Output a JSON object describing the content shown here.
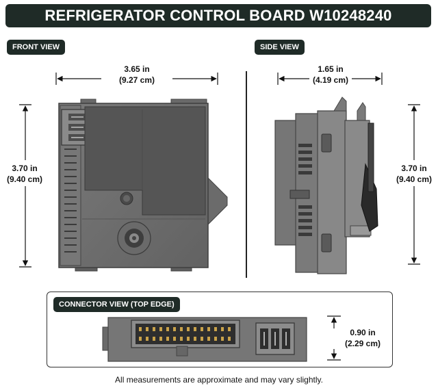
{
  "title": "REFRIGERATOR CONTROL BOARD W10248240",
  "front_view": {
    "label": "FRONT VIEW",
    "width_in": "3.65 in",
    "width_cm": "(9.27 cm)",
    "height_in": "3.70 in",
    "height_cm": "(9.40 cm)"
  },
  "side_view": {
    "label": "SIDE VIEW",
    "width_in": "1.65 in",
    "width_cm": "(4.19 cm)",
    "height_in": "3.70 in",
    "height_cm": "(9.40 cm)"
  },
  "connector_view": {
    "label": "CONNECTOR VIEW (TOP EDGE)",
    "height_in": "0.90 in",
    "height_cm": "(2.29 cm)"
  },
  "footer": "All measurements are approximate and may vary slightly.",
  "colors": {
    "header_bg": "#1f2b27",
    "board_gray": "#6e6e6e",
    "board_dark": "#555555",
    "dimension_line": "#111111"
  }
}
